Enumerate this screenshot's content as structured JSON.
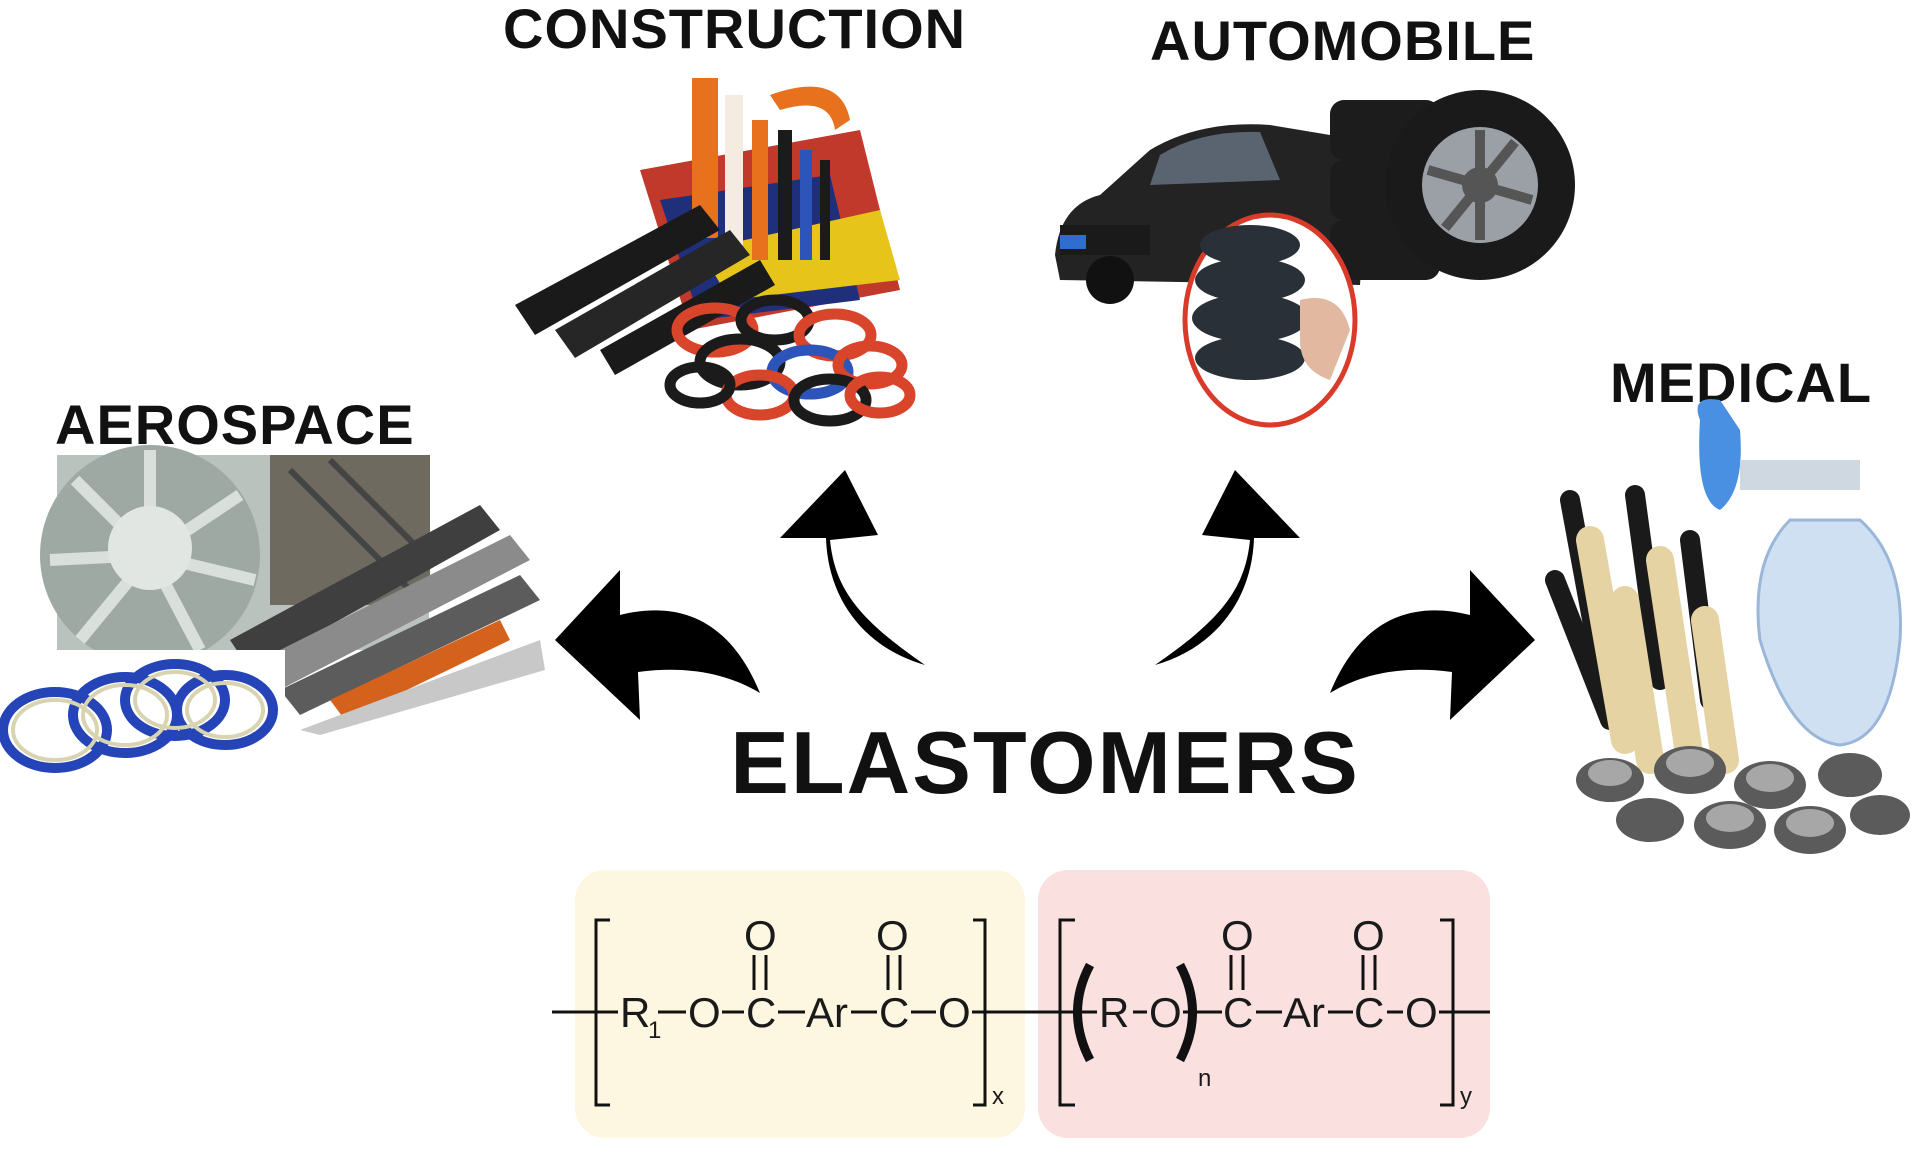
{
  "labels": {
    "construction": "CONSTRUCTION",
    "automobile": "AUTOMOBILE",
    "aerospace": "AEROSPACE",
    "medical": "MEDICAL"
  },
  "title": "ELASTOMERS",
  "formula": {
    "hard_segment": {
      "r1": "R",
      "r1_sub": "1",
      "o": "O",
      "c": "C",
      "ar": "Ar",
      "subscript": "x"
    },
    "soft_segment": {
      "r": "R",
      "o": "O",
      "c": "C",
      "ar": "Ar",
      "n": "n",
      "subscript": "y"
    }
  },
  "colors": {
    "hard_segment_bg": "#fdf6e0",
    "soft_segment_bg": "#fbe0e0",
    "arrow": "#000000"
  },
  "icons": [
    "construction-materials-image",
    "car-and-tires-image",
    "jet-engine-seals-image",
    "medical-tubing-image"
  ]
}
